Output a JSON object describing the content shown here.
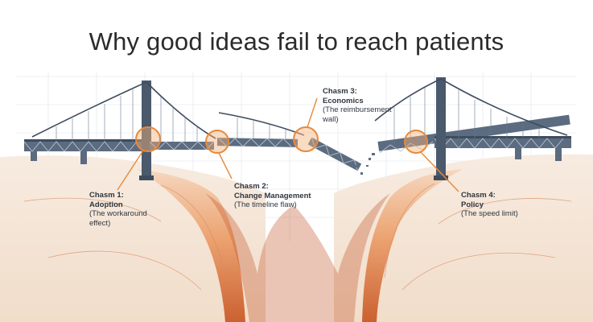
{
  "title": "Why good ideas fail to reach patients",
  "chasms": [
    {
      "heading": "Chasm 1:",
      "name": "Adoption",
      "subtitle": "(The workaround effect)"
    },
    {
      "heading": "Chasm 2:",
      "name": "Change Management",
      "subtitle": "(The timeline flaw)"
    },
    {
      "heading": "Chasm 3:",
      "name": "Economics",
      "subtitle": "(The reimbursement wall)"
    },
    {
      "heading": "Chasm 4:",
      "name": "Policy",
      "subtitle": "(The speed limit)"
    }
  ],
  "colors": {
    "steel": "#5b6b80",
    "steel_dark": "#3e4c5e",
    "highlight": "#e8893a",
    "canyon_deep": "#c9602e",
    "canyon_mid": "#e9a271",
    "ground": "#f3e2d2"
  }
}
